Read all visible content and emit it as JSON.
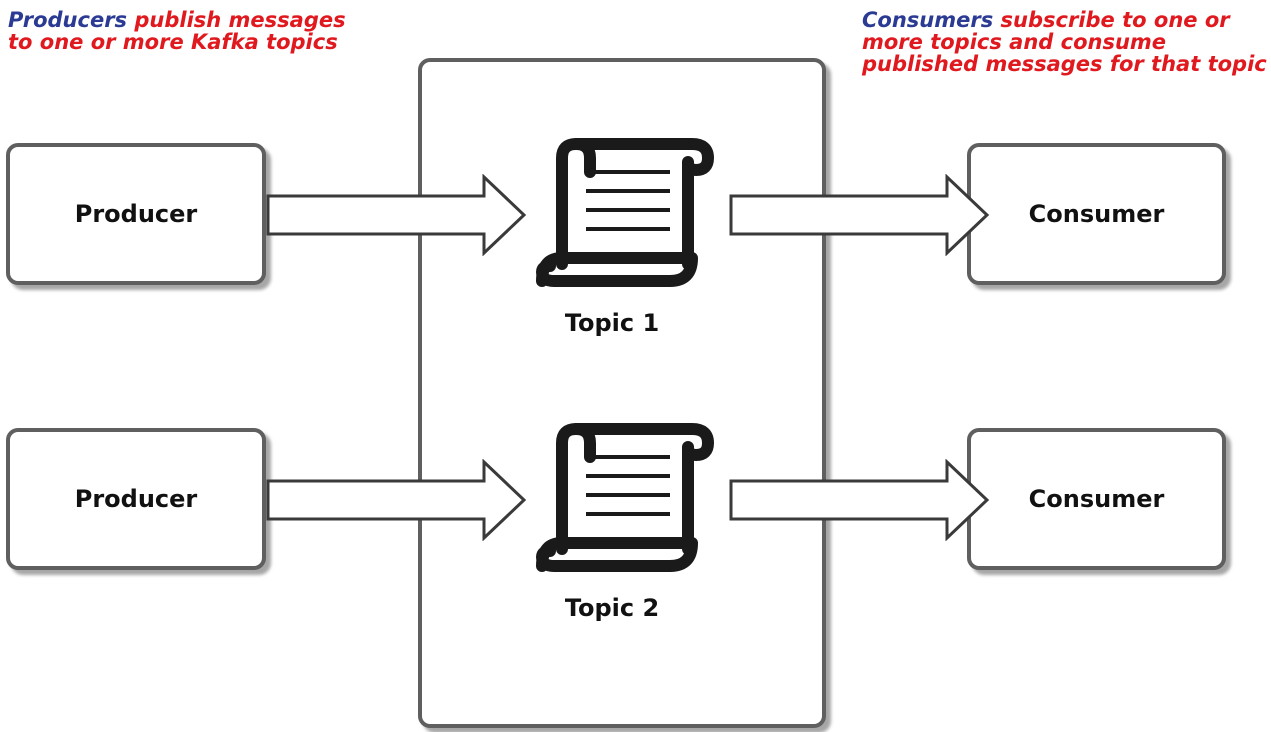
{
  "captions": {
    "left": {
      "keyword": "Producers",
      "line1_rest": " publish messages",
      "line2": "to one or more Kafka topics"
    },
    "right": {
      "keyword": "Consumers",
      "line1_rest": " subscribe to one or",
      "line2": "more topics and consume",
      "line3": "published messages for that topic"
    }
  },
  "producers": [
    {
      "label": "Producer"
    },
    {
      "label": "Producer"
    }
  ],
  "topics": [
    {
      "label": "Topic 1",
      "icon": "scroll-icon"
    },
    {
      "label": "Topic 2",
      "icon": "scroll-icon"
    }
  ],
  "consumers": [
    {
      "label": "Consumer"
    },
    {
      "label": "Consumer"
    }
  ],
  "colors": {
    "keyword": "#2b3a93",
    "caption_text": "#e0191f",
    "border": "#5f5f5f",
    "icon": "#1a1a1a"
  }
}
